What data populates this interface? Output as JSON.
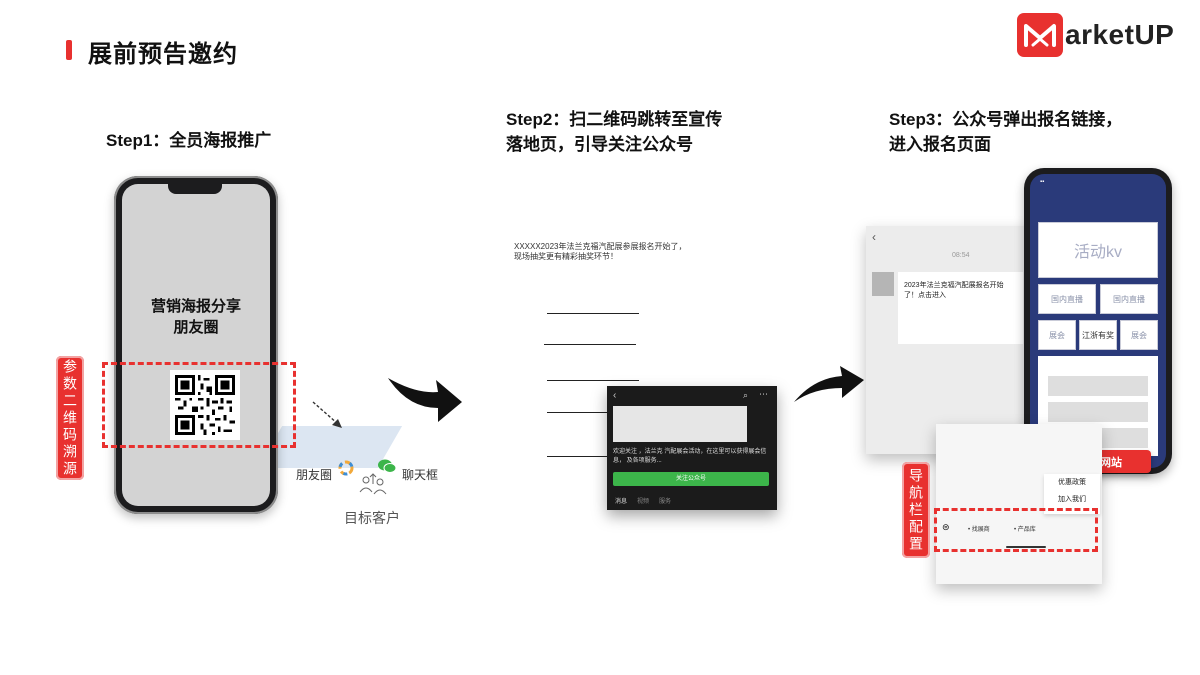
{
  "header": {
    "title": "展前预告邀约",
    "logo_text": "arketUP",
    "logo_mark": "M"
  },
  "step1": {
    "heading": "Step1：全员海报推广",
    "phone_label": "营销海报分享\n朋友圈",
    "side_tag": "参数二维码溯源",
    "moments": "朋友圈",
    "chat": "聊天框",
    "target": "目标客户"
  },
  "step2": {
    "heading": "Step2：扫二维码跳转至宣传\n落地页，引导关注公众号",
    "article_text": "XXXXX2023年法兰克福汽配展参展报名开始了，\n现场抽奖更有精彩抽奖环节！",
    "wx_card": {
      "desc": "欢迎关注        ，法兰克        汽配展会活动，在这里可以获得展会信息，        及各项服务...",
      "follow_button": "关注公众号",
      "tabs": [
        "消息",
        "视频",
        "服务"
      ]
    }
  },
  "step3": {
    "heading": "Step3：公众号弹出报名链接，\n进入报名页面",
    "chat_time": "08:54",
    "chat_message": "2023年法兰克福汽配展报名开始了！点击进入",
    "kv_label": "活动kv",
    "grid_cells": [
      "国内直播",
      "国内直播",
      "展会",
      "江浙有奖",
      "展会"
    ],
    "register_button": "报名网站",
    "nav_tag": "导航栏配置",
    "nav_menu": [
      "优惠政策",
      "加入我们"
    ],
    "nav_items": [
      "• 找展商",
      "• 产品库"
    ]
  },
  "colors": {
    "accent": "#e8312f",
    "phone_frame": "#1c1c1e",
    "wechat_green": "#3cb54a",
    "registration_bg": "#2a3a7a"
  }
}
